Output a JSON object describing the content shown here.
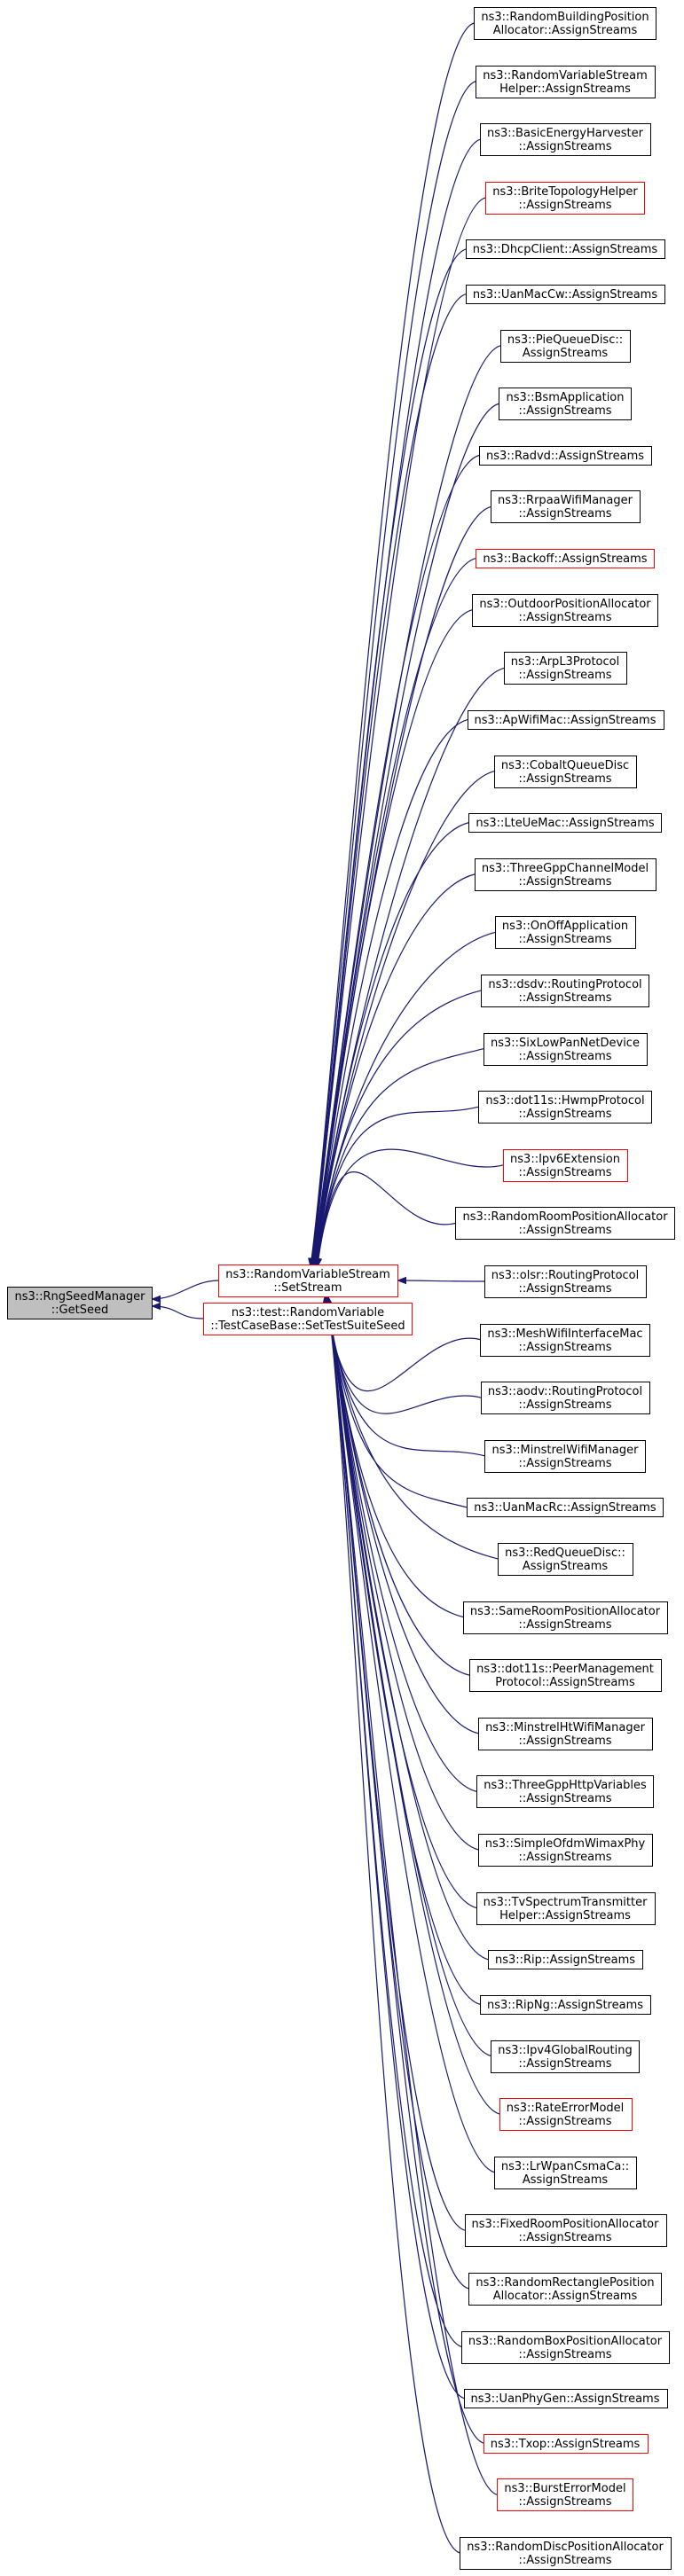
{
  "root": {
    "id": "root",
    "lines": [
      "ns3::RngSeedManager",
      "::GetSeed"
    ],
    "highlight": "gray"
  },
  "middle": [
    {
      "id": "setstream",
      "lines": [
        "ns3::RandomVariableStream",
        "::SetStream"
      ],
      "border": "red"
    },
    {
      "id": "settestsuite",
      "lines": [
        "ns3::test::RandomVariable",
        "::TestCaseBase::SetTestSuiteSeed"
      ],
      "border": "red"
    }
  ],
  "callers": [
    {
      "lines": [
        "ns3::RandomBuildingPosition",
        "Allocator::AssignStreams"
      ],
      "border": "black"
    },
    {
      "lines": [
        "ns3::RandomVariableStream",
        "Helper::AssignStreams"
      ],
      "border": "black"
    },
    {
      "lines": [
        "ns3::BasicEnergyHarvester",
        "::AssignStreams"
      ],
      "border": "black"
    },
    {
      "lines": [
        "ns3::BriteTopologyHelper",
        "::AssignStreams"
      ],
      "border": "red"
    },
    {
      "lines": [
        "ns3::DhcpClient::AssignStreams"
      ],
      "border": "black"
    },
    {
      "lines": [
        "ns3::UanMacCw::AssignStreams"
      ],
      "border": "black"
    },
    {
      "lines": [
        "ns3::PieQueueDisc::",
        "AssignStreams"
      ],
      "border": "black"
    },
    {
      "lines": [
        "ns3::BsmApplication",
        "::AssignStreams"
      ],
      "border": "black"
    },
    {
      "lines": [
        "ns3::Radvd::AssignStreams"
      ],
      "border": "black"
    },
    {
      "lines": [
        "ns3::RrpaaWifiManager",
        "::AssignStreams"
      ],
      "border": "black"
    },
    {
      "lines": [
        "ns3::Backoff::AssignStreams"
      ],
      "border": "red"
    },
    {
      "lines": [
        "ns3::OutdoorPositionAllocator",
        "::AssignStreams"
      ],
      "border": "black"
    },
    {
      "lines": [
        "ns3::ArpL3Protocol",
        "::AssignStreams"
      ],
      "border": "black"
    },
    {
      "lines": [
        "ns3::ApWifiMac::AssignStreams"
      ],
      "border": "black"
    },
    {
      "lines": [
        "ns3::CobaltQueueDisc",
        "::AssignStreams"
      ],
      "border": "black"
    },
    {
      "lines": [
        "ns3::LteUeMac::AssignStreams"
      ],
      "border": "black"
    },
    {
      "lines": [
        "ns3::ThreeGppChannelModel",
        "::AssignStreams"
      ],
      "border": "black"
    },
    {
      "lines": [
        "ns3::OnOffApplication",
        "::AssignStreams"
      ],
      "border": "black"
    },
    {
      "lines": [
        "ns3::dsdv::RoutingProtocol",
        "::AssignStreams"
      ],
      "border": "black"
    },
    {
      "lines": [
        "ns3::SixLowPanNetDevice",
        "::AssignStreams"
      ],
      "border": "black"
    },
    {
      "lines": [
        "ns3::dot11s::HwmpProtocol",
        "::AssignStreams"
      ],
      "border": "black"
    },
    {
      "lines": [
        "ns3::Ipv6Extension",
        "::AssignStreams"
      ],
      "border": "red"
    },
    {
      "lines": [
        "ns3::RandomRoomPositionAllocator",
        "::AssignStreams"
      ],
      "border": "black"
    },
    {
      "lines": [
        "ns3::olsr::RoutingProtocol",
        "::AssignStreams"
      ],
      "border": "black"
    },
    {
      "lines": [
        "ns3::MeshWifiInterfaceMac",
        "::AssignStreams"
      ],
      "border": "black"
    },
    {
      "lines": [
        "ns3::aodv::RoutingProtocol",
        "::AssignStreams"
      ],
      "border": "black"
    },
    {
      "lines": [
        "ns3::MinstrelWifiManager",
        "::AssignStreams"
      ],
      "border": "black"
    },
    {
      "lines": [
        "ns3::UanMacRc::AssignStreams"
      ],
      "border": "black"
    },
    {
      "lines": [
        "ns3::RedQueueDisc::",
        "AssignStreams"
      ],
      "border": "black"
    },
    {
      "lines": [
        "ns3::SameRoomPositionAllocator",
        "::AssignStreams"
      ],
      "border": "black"
    },
    {
      "lines": [
        "ns3::dot11s::PeerManagement",
        "Protocol::AssignStreams"
      ],
      "border": "black"
    },
    {
      "lines": [
        "ns3::MinstrelHtWifiManager",
        "::AssignStreams"
      ],
      "border": "black"
    },
    {
      "lines": [
        "ns3::ThreeGppHttpVariables",
        "::AssignStreams"
      ],
      "border": "black"
    },
    {
      "lines": [
        "ns3::SimpleOfdmWimaxPhy",
        "::AssignStreams"
      ],
      "border": "black"
    },
    {
      "lines": [
        "ns3::TvSpectrumTransmitter",
        "Helper::AssignStreams"
      ],
      "border": "black"
    },
    {
      "lines": [
        "ns3::Rip::AssignStreams"
      ],
      "border": "black"
    },
    {
      "lines": [
        "ns3::RipNg::AssignStreams"
      ],
      "border": "black"
    },
    {
      "lines": [
        "ns3::Ipv4GlobalRouting",
        "::AssignStreams"
      ],
      "border": "black"
    },
    {
      "lines": [
        "ns3::RateErrorModel",
        "::AssignStreams"
      ],
      "border": "red"
    },
    {
      "lines": [
        "ns3::LrWpanCsmaCa::",
        "AssignStreams"
      ],
      "border": "black"
    },
    {
      "lines": [
        "ns3::FixedRoomPositionAllocator",
        "::AssignStreams"
      ],
      "border": "black"
    },
    {
      "lines": [
        "ns3::RandomRectanglePosition",
        "Allocator::AssignStreams"
      ],
      "border": "black"
    },
    {
      "lines": [
        "ns3::RandomBoxPositionAllocator",
        "::AssignStreams"
      ],
      "border": "black"
    },
    {
      "lines": [
        "ns3::UanPhyGen::AssignStreams"
      ],
      "border": "black"
    },
    {
      "lines": [
        "ns3::Txop::AssignStreams"
      ],
      "border": "red"
    },
    {
      "lines": [
        "ns3::BurstErrorModel",
        "::AssignStreams"
      ],
      "border": "red"
    },
    {
      "lines": [
        "ns3::RandomDiscPositionAllocator",
        "::AssignStreams"
      ],
      "border": "black"
    }
  ],
  "edges": {
    "callers_to": "setstream",
    "middle_to": "root"
  },
  "colors": {
    "edge": "#191970",
    "red_border": "#ff0000",
    "root_fill": "#bfbfbf"
  }
}
